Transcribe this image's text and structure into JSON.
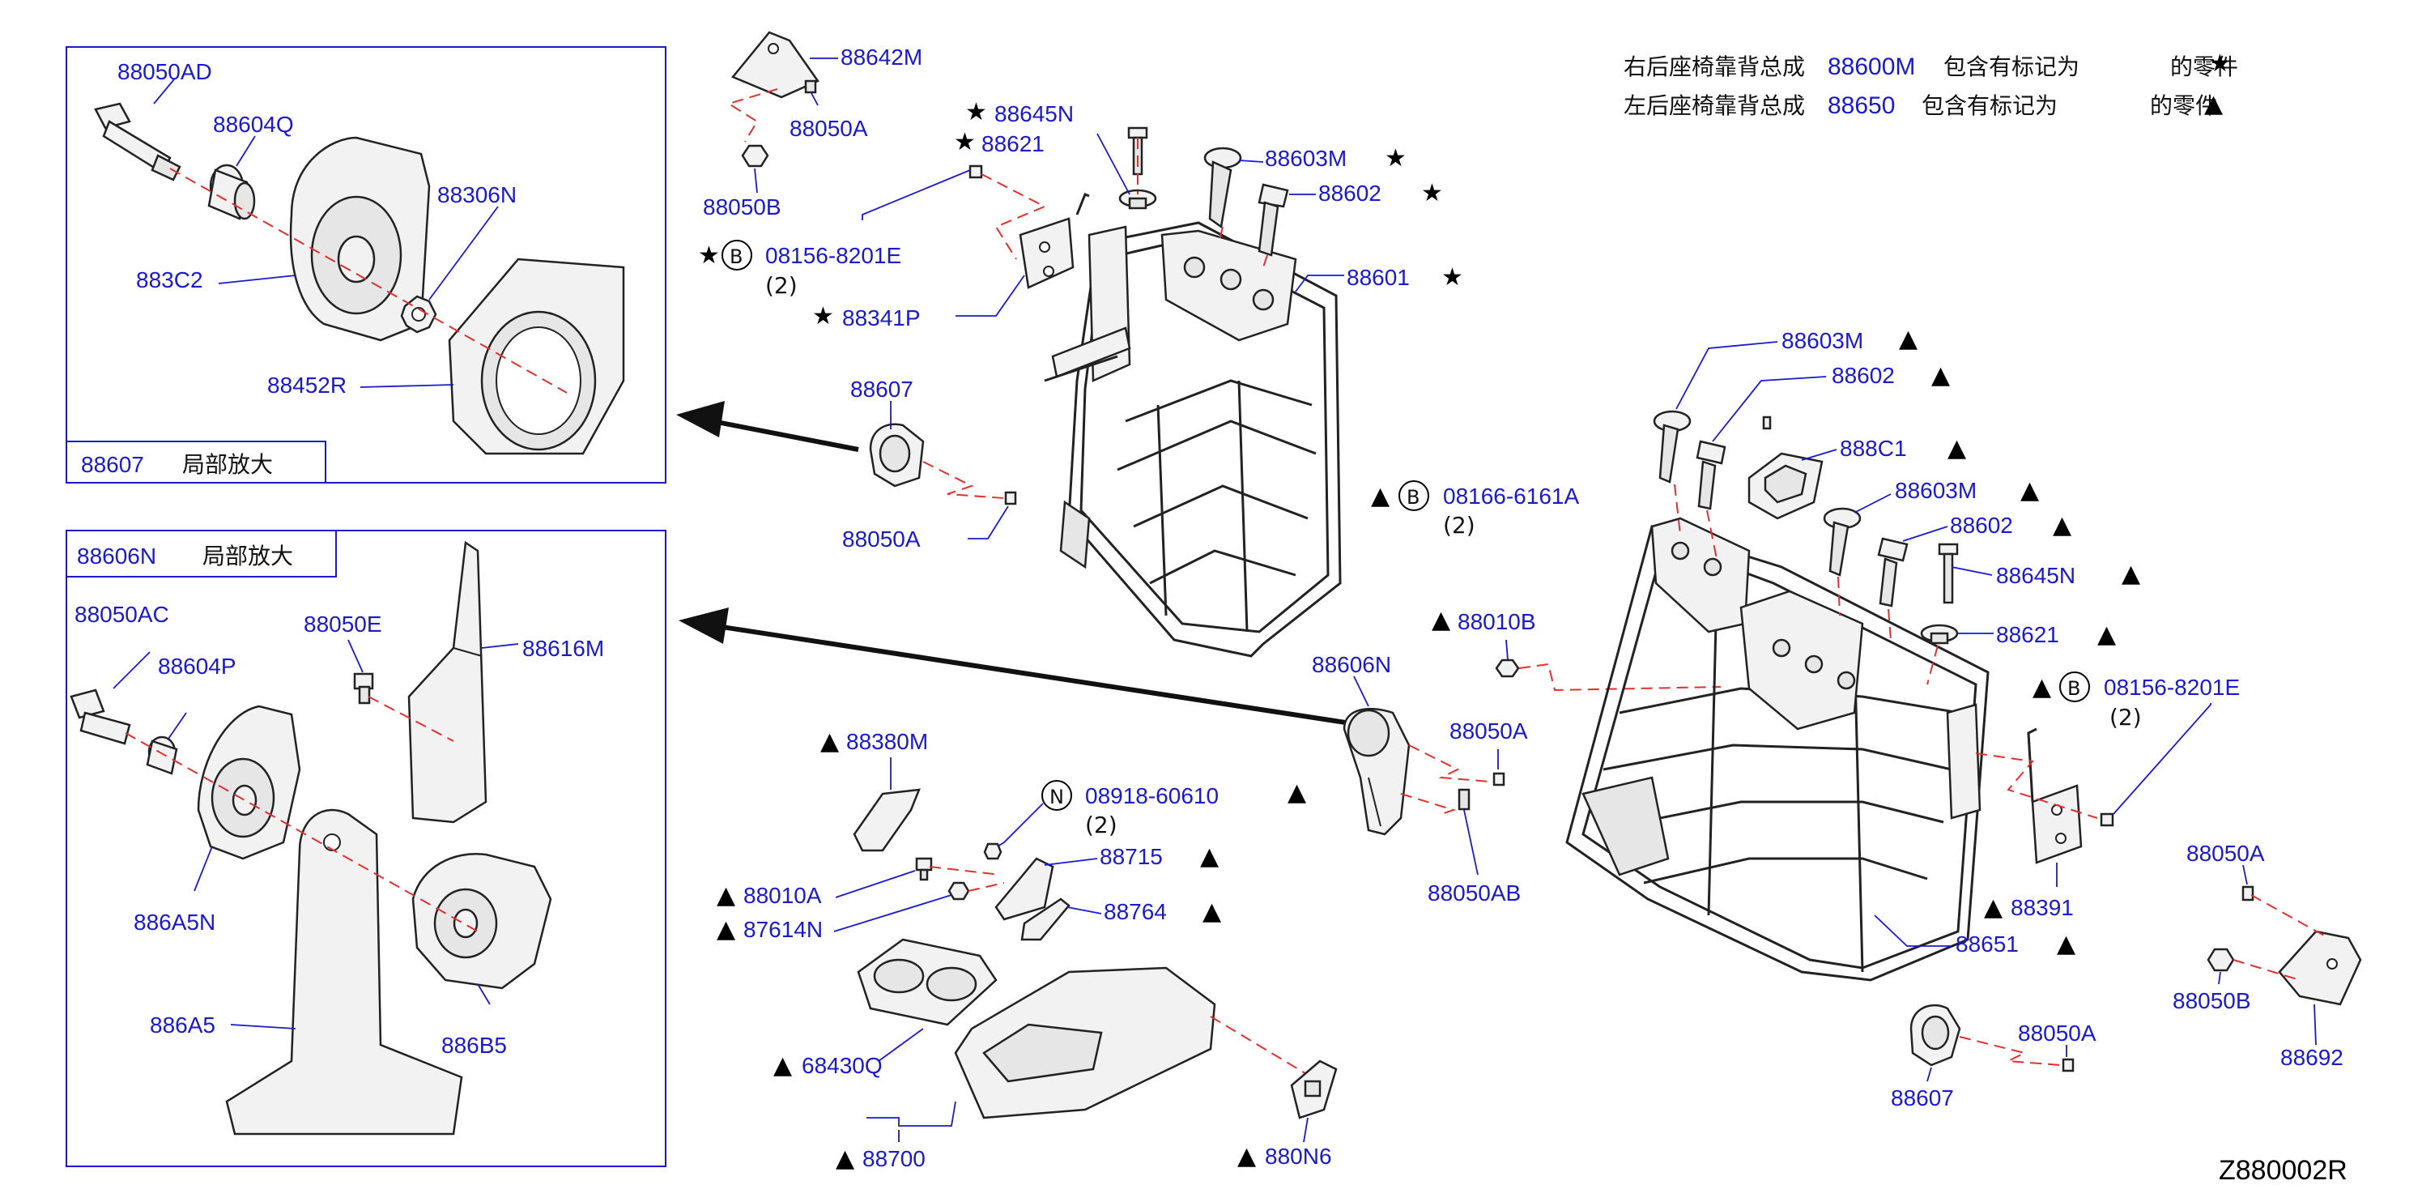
{
  "header": {
    "line1_prefix": "右后座椅靠背总成",
    "line1_code": "88600M",
    "line1_suffix": "包含有标记为",
    "line1_tail": "的零件",
    "line2_prefix": "左后座椅靠背总成",
    "line2_code": "88650",
    "line2_suffix": "包含有标记为",
    "line2_tail": "的零件"
  },
  "marks": {
    "star": "★",
    "triangle": "▲",
    "circled_b": "B",
    "circled_n": "N"
  },
  "detail_boxes": [
    {
      "code": "88607",
      "caption": "局部放大"
    },
    {
      "code": "88606N",
      "caption": "局部放大"
    }
  ],
  "labels": {
    "l88050AD": "88050AD",
    "l88604Q": "88604Q",
    "l88306N": "88306N",
    "l883C2": "883C2",
    "l88452R": "88452R",
    "l88050AC": "88050AC",
    "l88050E": "88050E",
    "l88616M": "88616M",
    "l88604P": "88604P",
    "l886A5N": "886A5N",
    "l886A5": "886A5",
    "l886B5": "886B5",
    "l88642M": "88642M",
    "l88050A_top": "88050A",
    "l88050B_top": "88050B",
    "l88645N_top": "88645N",
    "l88621_top": "88621",
    "l08156_top": "08156-8201E",
    "l08156_top_qty": "(2)",
    "l88341P": "88341P",
    "l88603M_top": "88603M",
    "l88602_top": "88602",
    "l88601": "88601",
    "l88607_mid": "88607",
    "l88050A_mid": "88050A",
    "l08166": "08166-6161A",
    "l08166_qty": "(2)",
    "l88010B": "88010B",
    "l88606N": "88606N",
    "l88050A_right": "88050A",
    "l88050AB": "88050AB",
    "l88380M": "88380M",
    "l08918": "08918-60610",
    "l08918_qty": "(2)",
    "l88715": "88715",
    "l88010A": "88010A",
    "l87614N": "87614N",
    "l88764": "88764",
    "l68430Q": "68430Q",
    "l88700": "88700",
    "l880N6": "880N6",
    "l88603M_r1": "88603M",
    "l88602_r1": "88602",
    "l888C1": "888C1",
    "l88603M_r2": "88603M",
    "l88602_r2": "88602",
    "l88645N_r": "88645N",
    "l88621_r": "88621",
    "l08156_r": "08156-8201E",
    "l08156_r_qty": "(2)",
    "l88391": "88391",
    "l88651": "88651",
    "l88050A_br": "88050A",
    "l88050A_far": "88050A",
    "l88050B_far": "88050B",
    "l88692": "88692",
    "l88607_bot": "88607"
  },
  "diagram_code": "Z880002R"
}
